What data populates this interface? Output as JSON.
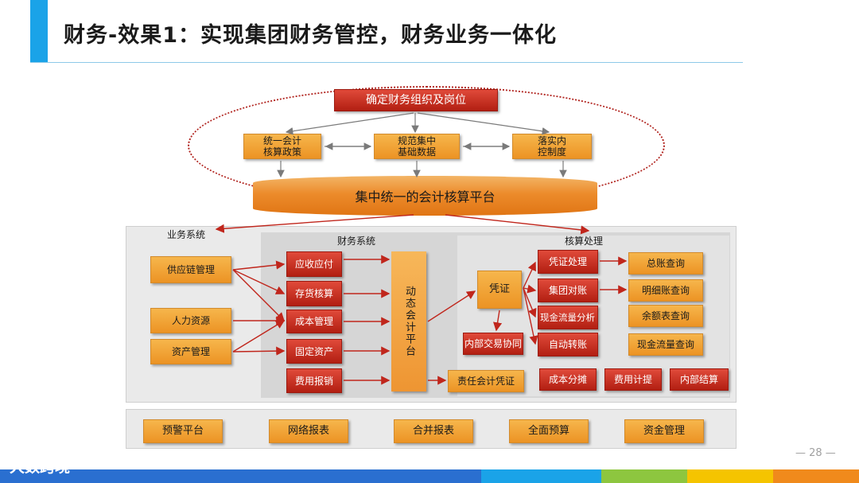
{
  "slide": {
    "title": "财务-效果1：实现集团财务管控，财务业务一体化",
    "page_number": "— 28 —",
    "brand": "大数跨境"
  },
  "top": {
    "org": "确定财务组织及岗位",
    "policy_l1": "统一会计",
    "policy_l2": "核算政策",
    "base_l1": "规范集中",
    "base_l2": "基础数据",
    "control_l1": "落实内",
    "control_l2": "控制度",
    "platform": "集中统一的会计核算平台"
  },
  "sections": {
    "business": "业务系统",
    "finance": "财务系统",
    "accounting": "核算处理"
  },
  "business_systems": [
    "供应链管理",
    "人力资源",
    "资产管理"
  ],
  "finance_modules": [
    "应收应付",
    "存货核算",
    "成本管理",
    "固定资产",
    "费用报销"
  ],
  "dynamic_platform": "动态会计平台",
  "voucher": "凭证",
  "voucher_branches": [
    "凭证处理",
    "集团对账",
    "现金流量分析",
    "自动转账"
  ],
  "internal_trade": "内部交易协同",
  "queries": [
    "总账查询",
    "明细账查询",
    "余额表查询",
    "现金流量查询"
  ],
  "responsibility_voucher": "责任会计凭证",
  "cost_items": [
    "成本分摊",
    "费用计提",
    "内部结算"
  ],
  "bottom_platforms": [
    "预警平台",
    "网络报表",
    "合并报表",
    "全面预算",
    "资金管理"
  ],
  "colors": {
    "accent": "#1aa3e8",
    "orange": "#ec9324",
    "red": "#b21f12",
    "arrow": "#c0261c",
    "footer": [
      "#2a6fd0",
      "#1aa3e8",
      "#8dc63f",
      "#f5c400",
      "#f08a1c"
    ]
  }
}
